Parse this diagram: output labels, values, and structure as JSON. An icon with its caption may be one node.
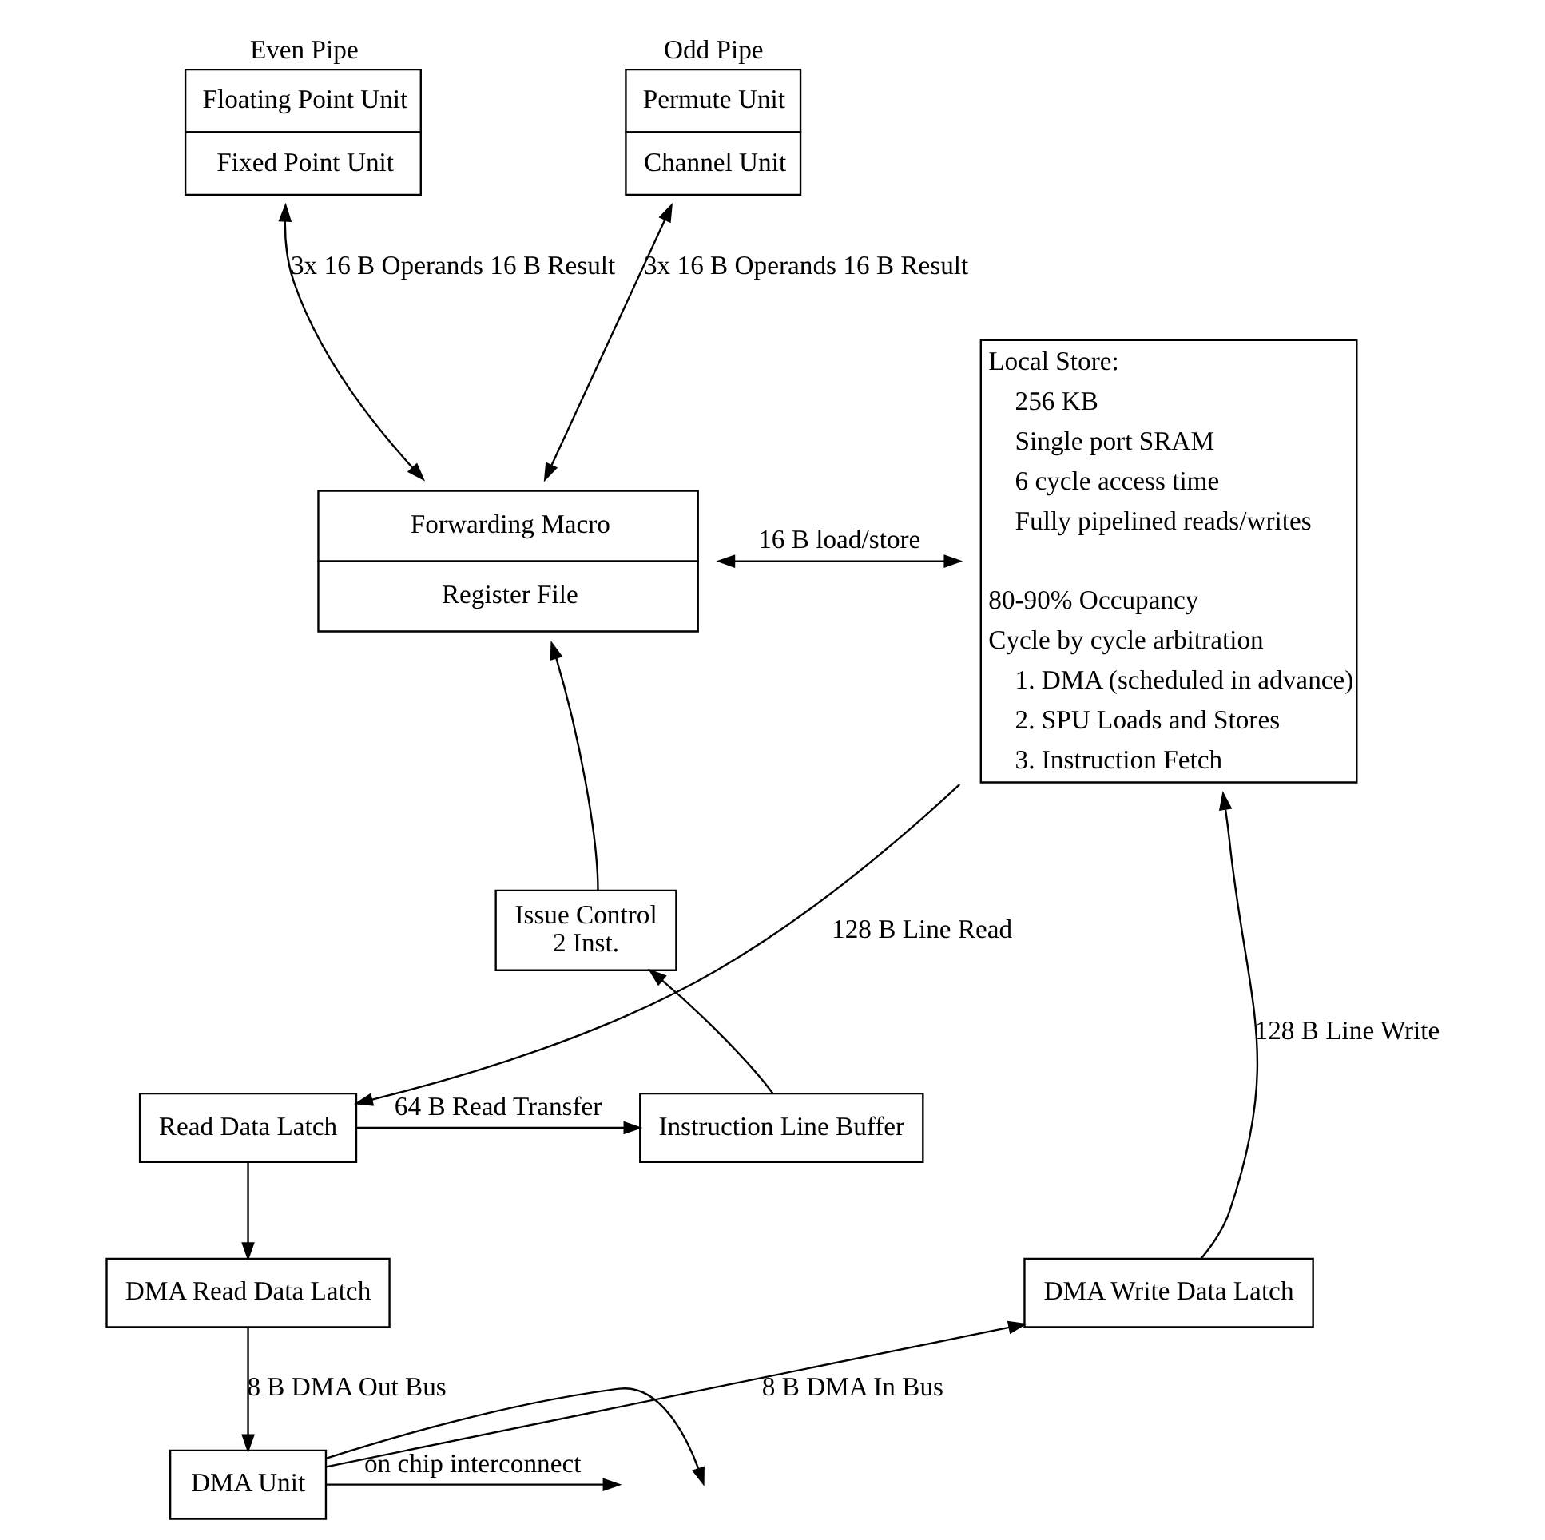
{
  "diagram": {
    "nodes": [
      {
        "text": [
          "Even Pipe",
          "Floating Point Unit",
          "Fixed Point Unit"
        ]
      },
      {
        "text": [
          "Odd Pipe",
          "Permute Unit",
          "Channel Unit"
        ]
      },
      {
        "text": [
          "Forwarding Macro",
          "Register File"
        ]
      },
      {
        "text": [
          "Local Store:",
          "256 KB",
          "Single port SRAM",
          "6 cycle access time",
          "Fully pipelined reads/writes",
          "80-90% Occupancy",
          "Cycle by cycle arbitration",
          "1. DMA (scheduled in advance)",
          "2. SPU Loads and Stores",
          "3. Instruction Fetch"
        ]
      },
      {
        "text": [
          "Issue Control",
          "2 Inst."
        ]
      },
      {
        "text": [
          "Instruction Line Buffer"
        ]
      },
      {
        "text": [
          "Read Data Latch"
        ]
      },
      {
        "text": [
          "DMA Read Data Latch"
        ]
      },
      {
        "text": [
          "DMA Write Data Latch"
        ]
      },
      {
        "text": [
          "DMA Unit"
        ]
      }
    ],
    "edges": [
      {
        "from": 0,
        "to": 2,
        "arrow": "both",
        "label": "3x 16 B Operands 16 B Result"
      },
      {
        "from": 1,
        "to": 2,
        "arrow": "both",
        "label": "3x 16 B Operands 16 B Result"
      },
      {
        "from": 2,
        "to": 3,
        "arrow": "both",
        "label": "16 B load/store"
      },
      {
        "from": 4,
        "to": 2,
        "arrow": "to"
      },
      {
        "from": 5,
        "to": 4,
        "arrow": "to"
      },
      {
        "from": 3,
        "to": 6,
        "arrow": "to",
        "label": "128 B Line Read"
      },
      {
        "from": 6,
        "to": 5,
        "arrow": "to",
        "label": "64 B Read Transfer"
      },
      {
        "from": 6,
        "to": 7,
        "arrow": "to"
      },
      {
        "from": 7,
        "to": 9,
        "arrow": "to",
        "label": "8 B DMA Out Bus"
      },
      {
        "from": 9,
        "to": 8,
        "arrow": "to",
        "label": "8 B DMA In Bus"
      },
      {
        "from": 8,
        "to": 3,
        "arrow": "to",
        "label": "128 B Line Write"
      },
      {
        "from": 9,
        "to": null,
        "arrow": "to",
        "label": "on chip interconnect"
      },
      {
        "from": 9,
        "to": null,
        "arrow": "to"
      }
    ]
  }
}
